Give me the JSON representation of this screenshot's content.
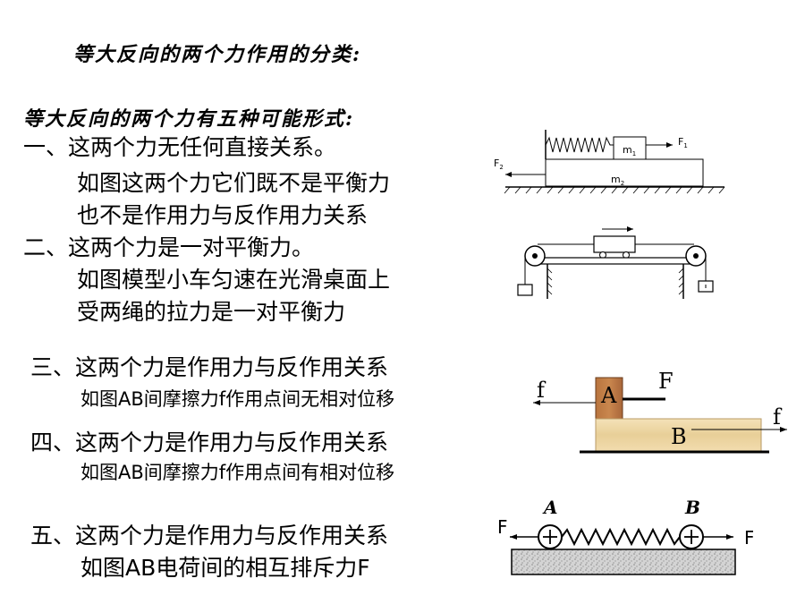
{
  "title": "等大反向的两个力作用的分类:",
  "subtitle": "等大反向的两个力有五种可能形式:",
  "items": [
    {
      "heading": "一、这两个力无任何直接关系。",
      "lines": [
        "如图这两个力它们既不是平衡力",
        "也不是作用力与反作用力关系"
      ]
    },
    {
      "heading": "二、这两个力是一对平衡力。",
      "lines": [
        "如图模型小车匀速在光滑桌面上",
        "受两绳的拉力是一对平衡力"
      ]
    },
    {
      "heading": "三、这两个力是作用力与反作用关系",
      "lines": [
        "如图AB间摩擦力f作用点间无相对位移"
      ]
    },
    {
      "heading": "四、这两个力是作用力与反作用关系",
      "lines": [
        "如图AB间摩擦力f作用点间有相对位移"
      ]
    },
    {
      "heading": "五、这两个力是作用力与反作用关系",
      "lines": [
        "如图AB电荷间的相互排斥力F"
      ]
    }
  ],
  "figures": {
    "fig1": {
      "f1": "F",
      "f1_sub": "1",
      "f2": "F",
      "f2_sub": "2",
      "m1": "m",
      "m1_sub": "1",
      "m2": "m",
      "m2_sub": "2"
    },
    "fig3": {
      "f_left": "f",
      "f_top": "F",
      "block_a": "A",
      "block_b": "B",
      "f_right": "f"
    },
    "fig5": {
      "label_a": "A",
      "label_b": "B",
      "f_left": "F",
      "f_right": "F"
    }
  }
}
